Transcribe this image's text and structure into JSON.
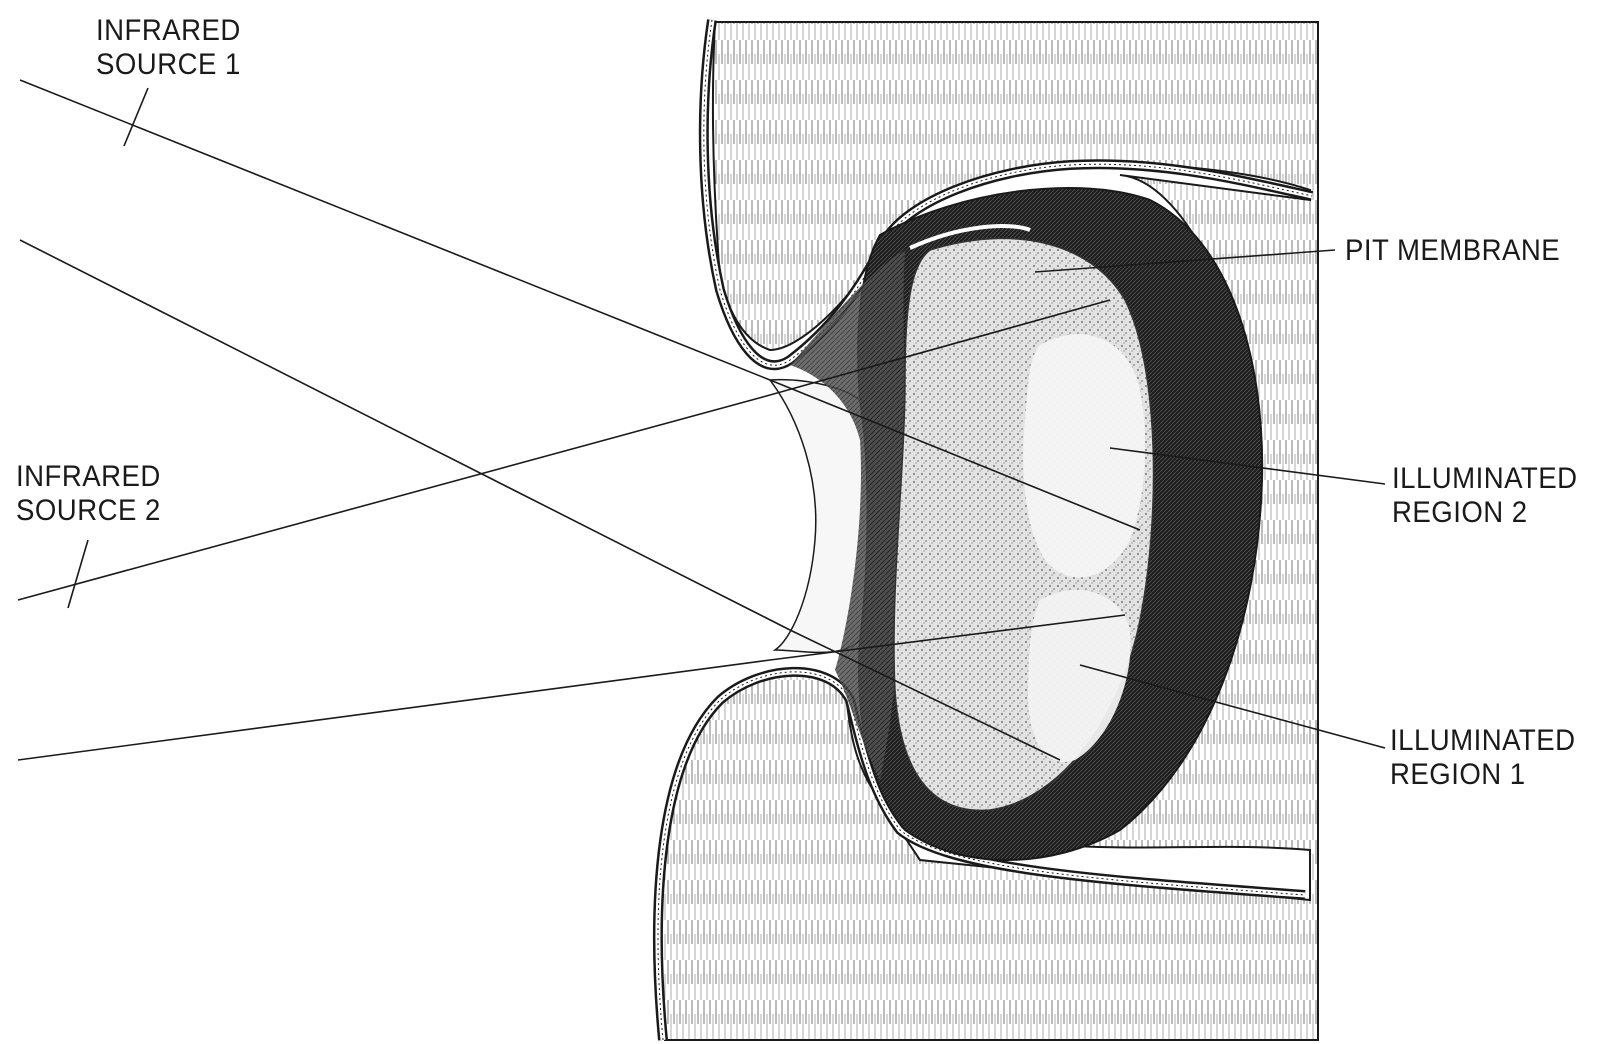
{
  "labels": {
    "source1": {
      "line1": "INFRARED",
      "line2": "SOURCE 1"
    },
    "source2": {
      "line1": "INFRARED",
      "line2": "SOURCE 2"
    },
    "pit_membrane": "PIT MEMBRANE",
    "region2": {
      "line1": "ILLUMINATED",
      "line2": "REGION 2"
    },
    "region1": {
      "line1": "ILLUMINATED",
      "line2": "REGION 1"
    }
  },
  "colors": {
    "ink": "#1a1a1a",
    "background": "#ffffff",
    "tissue_hatch": "#6b6b6b",
    "cavity_dark": "#2a2a2a",
    "membrane_fill": "#d9d9d9"
  }
}
